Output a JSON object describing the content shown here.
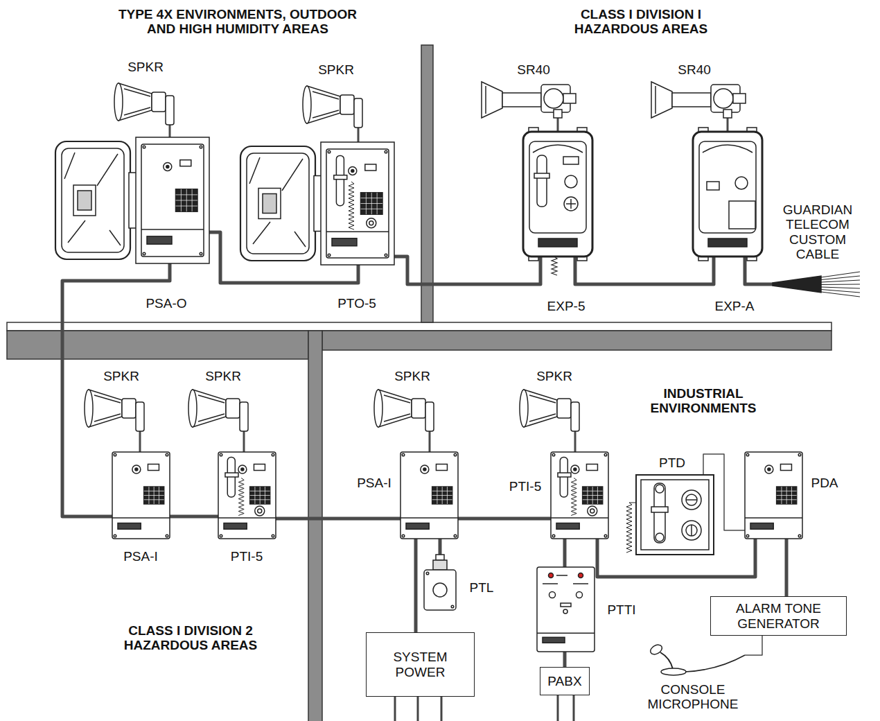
{
  "diagram": {
    "nodes": [
      {
        "text": [
          "SPKR"
        ]
      },
      {
        "text": [
          "SPKR"
        ]
      },
      {
        "text": [
          "PSA-O"
        ]
      },
      {
        "text": [
          "PTO-5"
        ]
      },
      {
        "text": [
          "SR40"
        ]
      },
      {
        "text": [
          "SR40"
        ]
      },
      {
        "text": [
          "EXP-5"
        ]
      },
      {
        "text": [
          "EXP-A"
        ]
      },
      {
        "text": [
          "GUARDIAN TELECOM CUSTOM CABLE"
        ]
      },
      {
        "text": [
          "SPKR"
        ]
      },
      {
        "text": [
          "SPKR"
        ]
      },
      {
        "text": [
          "PSA-I"
        ]
      },
      {
        "text": [
          "PTI-5"
        ]
      },
      {
        "text": [
          "SPKR"
        ]
      },
      {
        "text": [
          "SPKR"
        ]
      },
      {
        "text": [
          "PSA-I"
        ]
      },
      {
        "text": [
          "PTI-5"
        ]
      },
      {
        "text": [
          "PTD"
        ]
      },
      {
        "text": [
          "PDA"
        ]
      },
      {
        "text": [
          "PTL"
        ]
      },
      {
        "text": [
          "PTTI"
        ]
      },
      {
        "text": [
          "ALARM TONE GENERATOR"
        ]
      },
      {
        "text": [
          "SYSTEM POWER"
        ]
      },
      {
        "text": [
          "PABX"
        ]
      },
      {
        "text": [
          "CONSOLE MICROPHONE"
        ]
      }
    ],
    "edges": [
      {
        "from": 0,
        "to": 2,
        "arrow": "none"
      },
      {
        "from": 1,
        "to": 3,
        "arrow": "none"
      },
      {
        "from": 4,
        "to": 6,
        "arrow": "none"
      },
      {
        "from": 5,
        "to": 7,
        "arrow": "none"
      },
      {
        "from": 2,
        "to": 3,
        "arrow": "none"
      },
      {
        "from": 3,
        "to": 6,
        "arrow": "none"
      },
      {
        "from": 6,
        "to": 7,
        "arrow": "none"
      },
      {
        "from": 7,
        "to": 8,
        "arrow": "none"
      },
      {
        "from": 2,
        "to": 11,
        "arrow": "none"
      },
      {
        "from": 9,
        "to": 11,
        "arrow": "none"
      },
      {
        "from": 10,
        "to": 12,
        "arrow": "none"
      },
      {
        "from": 11,
        "to": 12,
        "arrow": "none"
      },
      {
        "from": 12,
        "to": 15,
        "arrow": "none"
      },
      {
        "from": 13,
        "to": 15,
        "arrow": "none"
      },
      {
        "from": 14,
        "to": 16,
        "arrow": "none"
      },
      {
        "from": 15,
        "to": 16,
        "arrow": "none"
      },
      {
        "from": 15,
        "to": 19,
        "arrow": "none"
      },
      {
        "from": 15,
        "to": 22,
        "arrow": "none"
      },
      {
        "from": 16,
        "to": 20,
        "arrow": "none"
      },
      {
        "from": 20,
        "to": 23,
        "arrow": "none"
      },
      {
        "from": 16,
        "to": 18,
        "arrow": "none"
      },
      {
        "from": 17,
        "to": 18,
        "arrow": "none"
      },
      {
        "from": 18,
        "to": 21,
        "arrow": "none"
      },
      {
        "from": 21,
        "to": 24,
        "arrow": "none"
      }
    ],
    "labels": [
      "TYPE 4X ENVIRONMENTS, OUTDOOR AND HIGH HUMIDITY AREAS",
      "CLASS I DIVISION I HAZARDOUS AREAS",
      "CLASS I DIVISION 2 HAZARDOUS AREAS",
      "INDUSTRIAL ENVIRONMENTS"
    ]
  }
}
